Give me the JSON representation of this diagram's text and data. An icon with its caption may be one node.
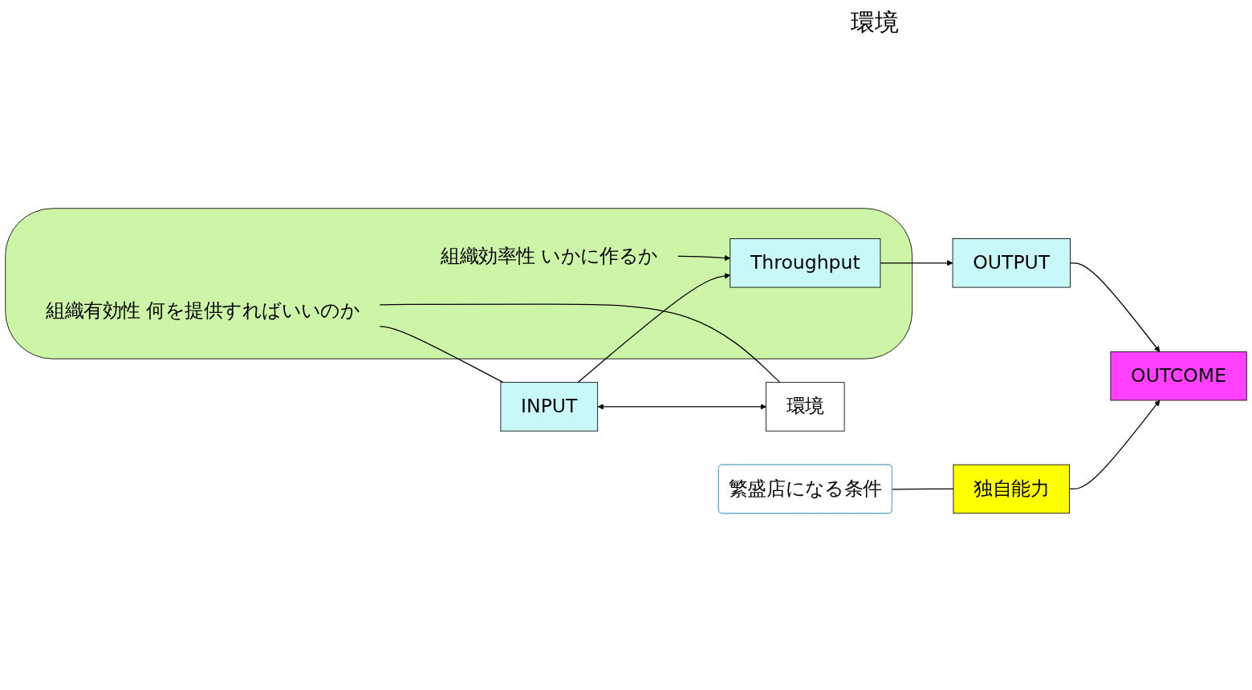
{
  "diagram": {
    "nodes": [
      {
        "text": [],
        "shape": "cloud"
      },
      {
        "text": [
          "組織効率性 いかに作るか"
        ],
        "in": 0
      },
      {
        "text": [
          "INPUT"
        ]
      },
      {
        "text": [
          "Throughput"
        ],
        "in": 0
      },
      {
        "text": [
          "OUTPUT"
        ]
      },
      {
        "text": [
          "OUTCOME"
        ]
      },
      {
        "text": [
          "組織有効性 何を提供すればいいのか"
        ],
        "in": 0
      },
      {
        "text": [
          "独自能力"
        ]
      },
      {
        "text": [
          "環境"
        ]
      },
      {
        "text": [
          "繁盛店になる条件"
        ]
      }
    ],
    "edges": [
      {
        "from": 1,
        "to": 3,
        "arrow": "to"
      },
      {
        "from": 2,
        "to": 3,
        "arrow": "to"
      },
      {
        "from": 3,
        "to": 4,
        "arrow": "to"
      },
      {
        "from": 4,
        "to": 5,
        "arrow": "to"
      },
      {
        "from": 2,
        "to": 8,
        "arrow": "both"
      },
      {
        "from": 6,
        "to": 2,
        "arrow": "none"
      },
      {
        "from": 6,
        "to": 8,
        "arrow": "none"
      },
      {
        "from": 7,
        "to": 5,
        "arrow": "to"
      },
      {
        "from": 9,
        "to": 7,
        "arrow": "none"
      }
    ],
    "labels": [
      "環境"
    ]
  }
}
